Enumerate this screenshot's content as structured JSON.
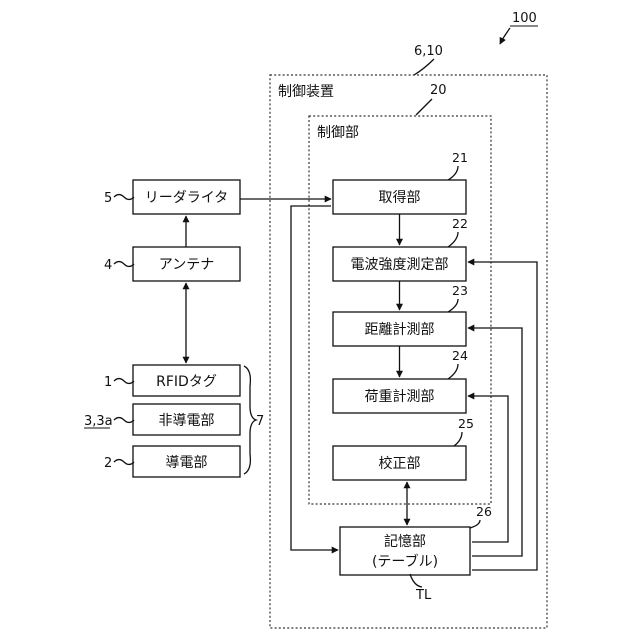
{
  "diagram": {
    "figure_ref": "100",
    "controller": {
      "label": "制御装置",
      "ref": "6,10"
    },
    "control_unit": {
      "label": "制御部",
      "ref": "20"
    },
    "blocks": {
      "acquisition": {
        "label": "取得部",
        "ref": "21"
      },
      "field_strength": {
        "label": "電波強度測定部",
        "ref": "22"
      },
      "distance": {
        "label": "距離計測部",
        "ref": "23"
      },
      "load": {
        "label": "荷重計測部",
        "ref": "24"
      },
      "calibration": {
        "label": "校正部",
        "ref": "25"
      },
      "storage": {
        "label": "記憶部",
        "sublabel": "(テーブル)",
        "ref": "26",
        "table_ref": "TL"
      }
    },
    "devices": {
      "reader_writer": {
        "label": "リーダライタ",
        "ref": "5"
      },
      "antenna": {
        "label": "アンテナ",
        "ref": "4"
      },
      "rfid_tag": {
        "label": "RFIDタグ",
        "ref": "1"
      },
      "non_conductive": {
        "label": "非導電部",
        "ref": "3,3a"
      },
      "conductive": {
        "label": "導電部",
        "ref": "2"
      },
      "group_ref": "7"
    }
  }
}
